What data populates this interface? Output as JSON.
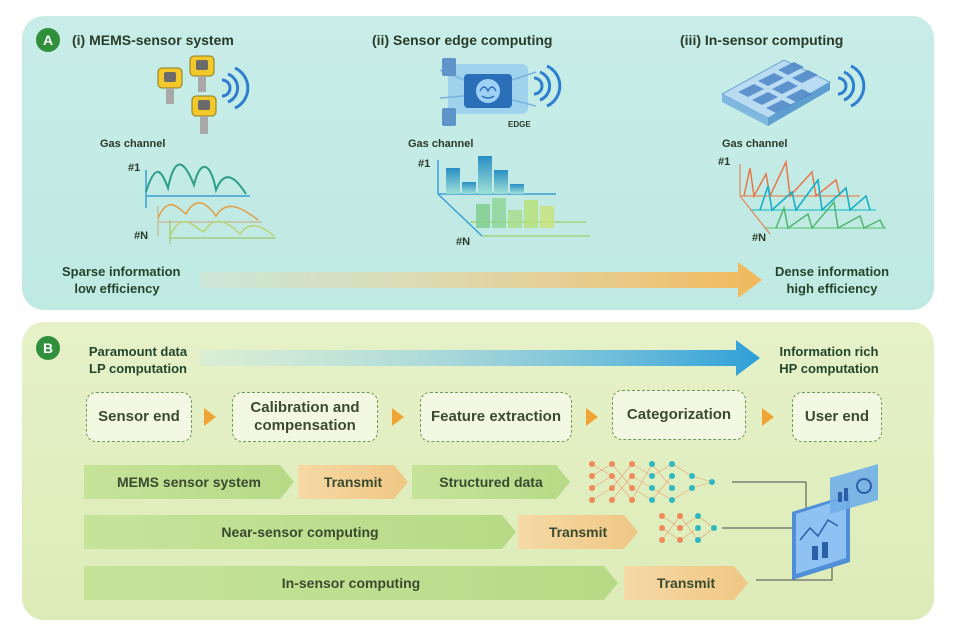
{
  "panel_a": {
    "badge": "A",
    "sections": [
      {
        "title": "(i) MEMS-sensor system",
        "gas_channel": "Gas channel",
        "ch_first": "#1",
        "ch_last": "#N"
      },
      {
        "title": "(ii) Sensor edge computing",
        "gas_channel": "Gas channel",
        "ch_first": "#1",
        "ch_last": "#N",
        "chip_label": "EDGE"
      },
      {
        "title": "(iii) In-sensor computing",
        "gas_channel": "Gas channel",
        "ch_first": "#1",
        "ch_last": "#N"
      }
    ],
    "left_note": [
      "Sparse information",
      "low efficiency"
    ],
    "right_note": [
      "Dense information",
      "high efficiency"
    ]
  },
  "panel_b": {
    "badge": "B",
    "left_note": [
      "Paramount data",
      "LP computation"
    ],
    "right_note": [
      "Information rich",
      "HP computation"
    ],
    "steps": [
      {
        "line1": "Sensor end",
        "line2": ""
      },
      {
        "line1": "Calibration and",
        "line2": "compensation"
      },
      {
        "line1": "Feature extraction",
        "line2": ""
      },
      {
        "line1": "Categorization",
        "line2": ""
      },
      {
        "line1": "User end",
        "line2": ""
      }
    ],
    "rows": [
      {
        "main": "MEMS sensor system",
        "transmit": "Transmit",
        "extra": "Structured data"
      },
      {
        "main": "Near-sensor computing",
        "transmit": "Transmit"
      },
      {
        "main": "In-sensor computing",
        "transmit": "Transmit"
      }
    ]
  },
  "colors": {
    "panel_a_bg": "#c8ede8",
    "panel_b_bg": "#e6f1c8",
    "badge": "#2f8f3b",
    "arrow_orange": "#f0a436",
    "arrow_blue": "#3aa8d8"
  }
}
